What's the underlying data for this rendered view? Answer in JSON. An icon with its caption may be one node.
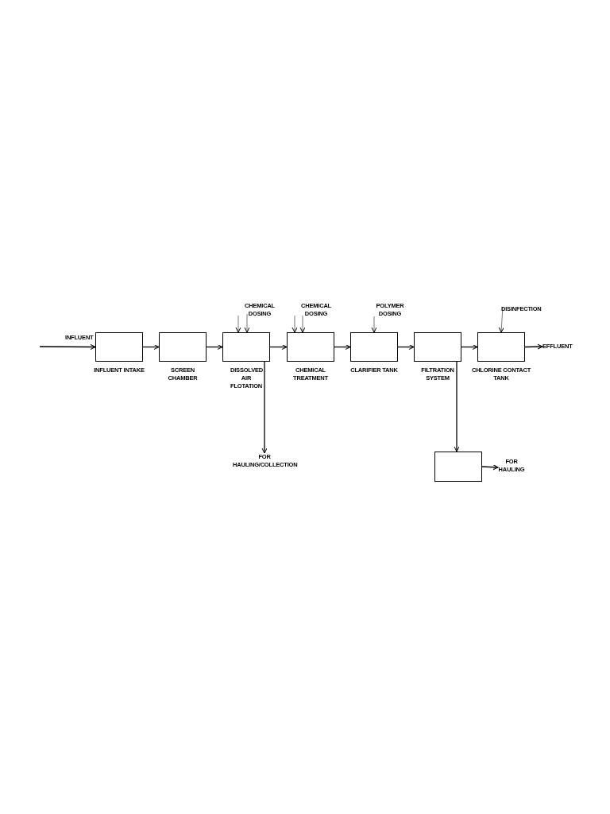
{
  "diagram": {
    "nodes": [
      {
        "text": [
          "INFLUENT INTAKE"
        ]
      },
      {
        "text": [
          "SCREEN CHAMBER"
        ]
      },
      {
        "text": [
          "DISSOLVED AIR FLOTATION"
        ]
      },
      {
        "text": [
          "CHEMICAL TREATMENT"
        ]
      },
      {
        "text": [
          "CLARIFIER TANK"
        ]
      },
      {
        "text": [
          "FILTRATION SYSTEM"
        ]
      },
      {
        "text": [
          "CHLORINE CONTACT TANK"
        ]
      },
      {
        "text": [],
        "shape": "box"
      },
      {
        "text": [
          "EFFLUENT"
        ]
      },
      {
        "text": [
          "FOR HAULING/COLLECTION"
        ]
      },
      {
        "text": [
          "FOR HAULING"
        ]
      },
      {
        "text": [
          "CHEMICAL DOSING"
        ]
      },
      {
        "text": [
          "CHEMICAL DOSING"
        ]
      },
      {
        "text": [
          "POLYMER DOSING"
        ]
      },
      {
        "text": [
          "DISINFECTION"
        ]
      }
    ],
    "edges": [
      {
        "from": null,
        "to": 0,
        "arrow": "to",
        "label": "INFLUENT"
      },
      {
        "from": 0,
        "to": 1,
        "arrow": "to"
      },
      {
        "from": 1,
        "to": 2,
        "arrow": "to"
      },
      {
        "from": 2,
        "to": 3,
        "arrow": "to"
      },
      {
        "from": 3,
        "to": 4,
        "arrow": "to"
      },
      {
        "from": 4,
        "to": 5,
        "arrow": "to"
      },
      {
        "from": 5,
        "to": 6,
        "arrow": "to"
      },
      {
        "from": 6,
        "to": 8,
        "arrow": "to"
      },
      {
        "from": 11,
        "to": 2,
        "arrow": "to"
      },
      {
        "from": 11,
        "to": 2,
        "arrow": "to"
      },
      {
        "from": 12,
        "to": 3,
        "arrow": "to"
      },
      {
        "from": 12,
        "to": 3,
        "arrow": "to"
      },
      {
        "from": 13,
        "to": 4,
        "arrow": "to"
      },
      {
        "from": 14,
        "to": 6,
        "arrow": "to"
      },
      {
        "from": 2,
        "to": 9,
        "arrow": "to"
      },
      {
        "from": 5,
        "to": 7,
        "arrow": "to"
      },
      {
        "from": 7,
        "to": 10,
        "arrow": "to"
      }
    ]
  }
}
